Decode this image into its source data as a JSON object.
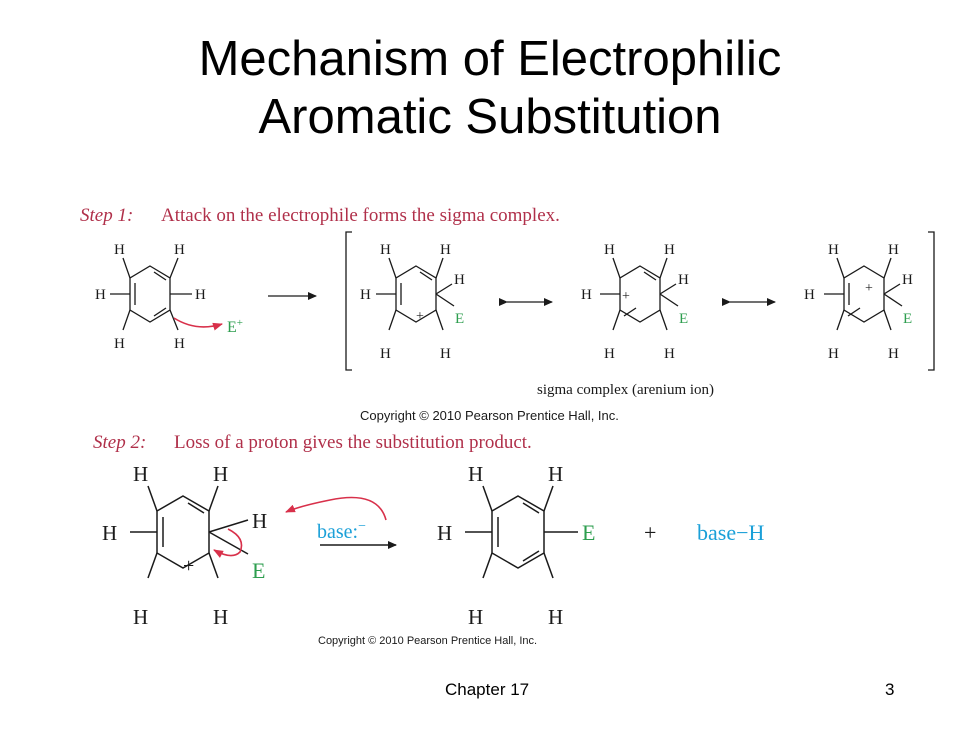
{
  "slide": {
    "title_line1": "Mechanism of Electrophilic",
    "title_line2": "Aromatic Substitution",
    "footer_chapter": "Chapter 17",
    "page_number": "3"
  },
  "step1": {
    "label": "Step 1:",
    "description": "Attack on the electrophile forms the sigma complex.",
    "electrophile": "E",
    "electrophile_charge": "+",
    "sigma_caption": "sigma complex (arenium ion)",
    "copyright": "Copyright © 2010 Pearson Prentice Hall, Inc."
  },
  "step2": {
    "label": "Step 2:",
    "description": "Loss of a proton gives the substitution product.",
    "base_label": "base:",
    "base_charge": "−",
    "plus_sign": "+",
    "byproduct": "base−H",
    "copyright": "Copyright © 2010 Pearson Prentice Hall, Inc."
  },
  "atoms": {
    "hydrogen": "H",
    "electrophile": "E",
    "charge": "+"
  },
  "colors": {
    "step_label": "#b0304a",
    "electrophile": "#2e9e4f",
    "base": "#1ba0d8",
    "curved_arrow": "#d8304a",
    "text": "#1a1a1a"
  }
}
